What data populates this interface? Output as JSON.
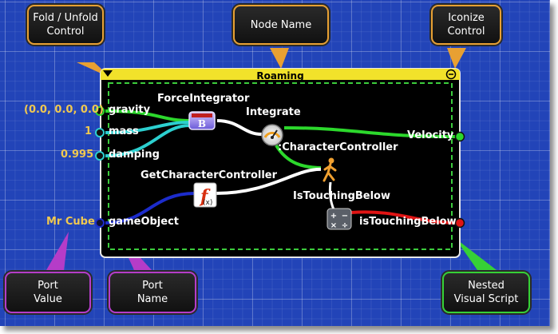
{
  "node": {
    "title": "Roaming",
    "ports_in": [
      {
        "value": "(0.0, 0.0, 0.0)",
        "name": "gravity"
      },
      {
        "value": "1",
        "name": "mass"
      },
      {
        "value": "0.995",
        "name": "damping"
      },
      {
        "value": "Mr Cube",
        "name": "gameObject"
      }
    ],
    "ports_out": [
      {
        "name": "Velocity"
      },
      {
        "name": "isTouchingBelow"
      }
    ],
    "inner_labels": {
      "force_integrator": "ForceIntegrator",
      "integrate": "Integrate",
      "character_controller": ":CharacterController",
      "get_character_controller": "GetCharacterController",
      "is_touching_below": "IsTouchingBelow"
    }
  },
  "callouts": {
    "fold": [
      "Fold / Unfold",
      "Control"
    ],
    "node_name": [
      "Node Name"
    ],
    "iconize": [
      "Iconize",
      "Control"
    ],
    "port_value": [
      "Port",
      "Value"
    ],
    "port_name": [
      "Port",
      "Name"
    ],
    "nested": [
      "Nested",
      "Visual Script"
    ]
  },
  "colors": {
    "grid_bg": "#2244b8",
    "node_header": "#f2e22a",
    "node_body": "#000000",
    "nested_border": "#3ccc3c",
    "wire_green": "#2cd82c",
    "wire_cyan": "#2ccfcf",
    "wire_white": "#ffffff",
    "wire_blue": "#1c2ccc",
    "wire_red": "#e01414",
    "port_value": "#f0c850",
    "callout_orange": "#e8a032",
    "callout_purple": "#b53cc8",
    "callout_green": "#36d036"
  },
  "icons": {
    "fold": "fold-triangle-icon",
    "iconize": "minus-circle-icon",
    "force_integrator": "behavior-b-icon",
    "integrate": "speedometer-icon",
    "character_controller": "walking-person-icon",
    "get_character_controller": "function-fx-icon",
    "is_touching_below": "calculator-icon"
  }
}
